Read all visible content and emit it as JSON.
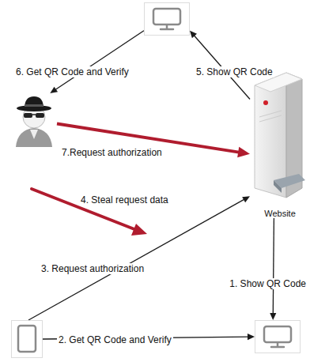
{
  "diagram": {
    "nodes": [
      {
        "text": []
      },
      {
        "text": []
      },
      {
        "text": [
          "Website"
        ]
      },
      {
        "text": []
      },
      {
        "text": []
      }
    ],
    "edges": [
      {
        "from": 2,
        "to": 4,
        "arrow": "to",
        "label": "1. Show QR Code"
      },
      {
        "from": 3,
        "to": 4,
        "arrow": "to",
        "label": "2. Get QR Code and Verify"
      },
      {
        "from": 3,
        "to": 2,
        "arrow": "to",
        "label": "3. Request authorization"
      },
      {
        "from": 2,
        "to": 0,
        "arrow": "to",
        "label": "5. Show QR Code"
      },
      {
        "from": 0,
        "to": 1,
        "arrow": "to",
        "label": "6. Get QR Code and Verify"
      },
      {
        "from": 1,
        "to": 2,
        "arrow": "to",
        "label": "7.Request authorization"
      }
    ],
    "labels": [
      "4. Steal request data"
    ]
  }
}
